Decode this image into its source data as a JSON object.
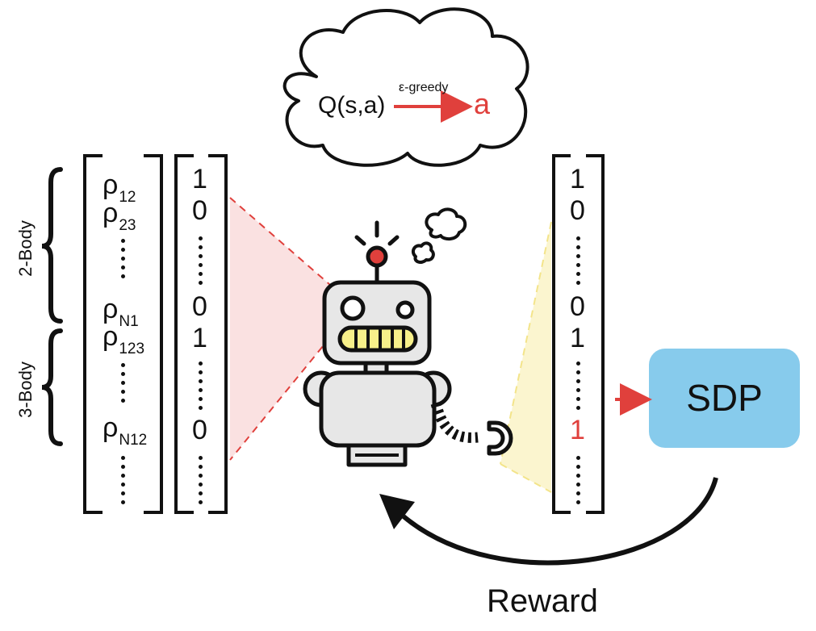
{
  "thought": {
    "q_label": "Q(s,a)",
    "policy_label": "ε-greedy",
    "action_label": "a"
  },
  "group_labels": {
    "two_body": "2-Body",
    "three_body": "3-Body"
  },
  "rho_labels": [
    {
      "base": "ρ",
      "sub": "12"
    },
    {
      "base": "ρ",
      "sub": "23"
    },
    {
      "base": "ρ",
      "sub": "N1"
    },
    {
      "base": "ρ",
      "sub": "123"
    },
    {
      "base": "ρ",
      "sub": "N12"
    }
  ],
  "state_vector": [
    "1",
    "0",
    "0",
    "1",
    "0"
  ],
  "action_vector": [
    "1",
    "0",
    "0",
    "1",
    "1"
  ],
  "sdp_label": "SDP",
  "reward_label": "Reward",
  "colors": {
    "accent_red": "#e0403c",
    "sdp_fill": "#87cbec",
    "view_red": "#f9dcdc",
    "view_yellow": "#fbf5cf",
    "robot_body": "#e7e7e7",
    "robot_teeth": "#f7f08a"
  }
}
